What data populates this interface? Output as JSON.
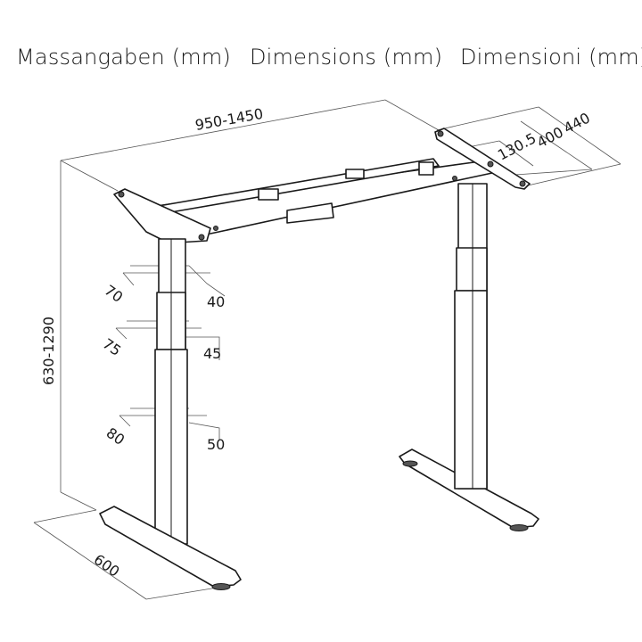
{
  "headings": {
    "german": "Massangaben (mm)",
    "english": "Dimensions (mm)",
    "italian": "Dimensioni (mm)"
  },
  "dimensions": {
    "width_range": "950-1450",
    "depth_outer": "440",
    "depth_inner": "400",
    "bracket_offset": "130.5",
    "height_range": "630-1290",
    "foot_length": "600",
    "upper_tube_outer": "70",
    "upper_tube_inner": "40",
    "middle_tube_outer": "75",
    "middle_tube_inner": "45",
    "lower_tube_outer": "80",
    "lower_tube_inner": "50"
  }
}
